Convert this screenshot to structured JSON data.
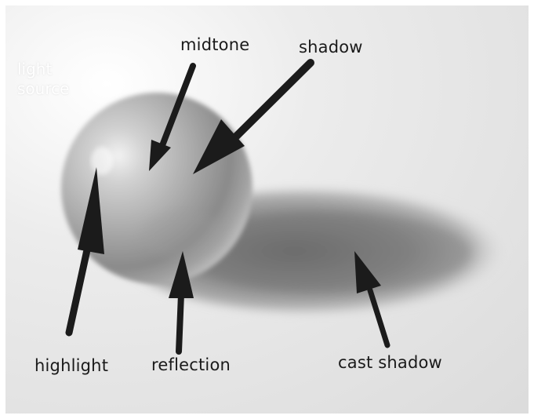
{
  "labels": {
    "light_source_line1": "light",
    "light_source_line2": "source",
    "midtone": "midtone",
    "shadow": "shadow",
    "highlight": "highlight",
    "reflection": "reflection",
    "cast_shadow": "cast shadow"
  },
  "colors": {
    "paper": "#e9e9e9",
    "ink": "#1a1a1a",
    "light_source_text": "#ffffff"
  }
}
